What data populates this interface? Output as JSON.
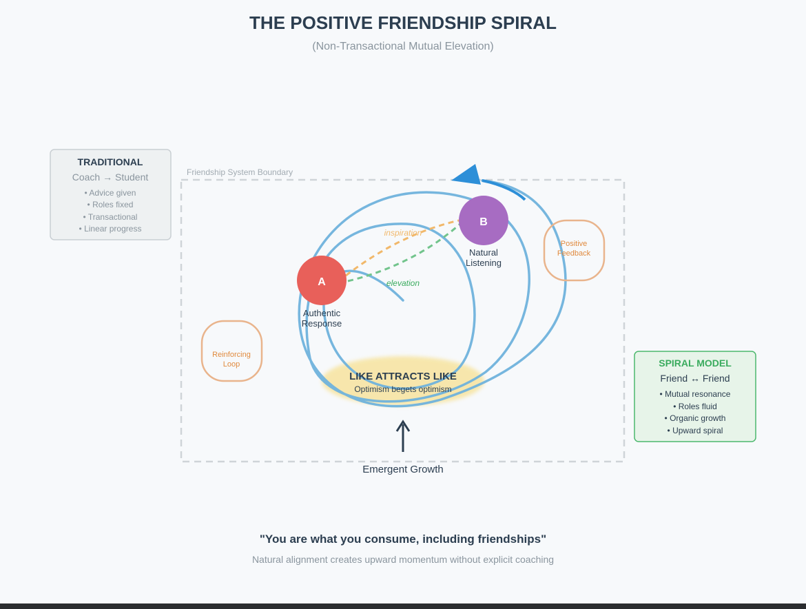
{
  "title": "THE POSITIVE FRIENDSHIP SPIRAL",
  "subtitle": "(Non-Transactional Mutual Elevation)",
  "boundary_label": "Friendship System Boundary",
  "traditional": {
    "heading": "TRADITIONAL",
    "relation": "Coach → Student",
    "items": [
      "• Advice given",
      "• Roles fixed",
      "• Transactional",
      "• Linear progress"
    ]
  },
  "spiral_model": {
    "heading": "SPIRAL MODEL",
    "relation": "Friend ↔ Friend",
    "items": [
      "• Mutual resonance",
      "• Roles fluid",
      "• Organic growth",
      "• Upward spiral"
    ]
  },
  "node_a": {
    "letter": "A",
    "label_line1": "Authentic",
    "label_line2": "Response"
  },
  "node_b": {
    "letter": "B",
    "label_line1": "Natural",
    "label_line2": "Listening"
  },
  "link_inspiration": "inspiration",
  "link_elevation": "elevation",
  "positive_feedback": {
    "line1": "Positive",
    "line2": "Feedback"
  },
  "reinforcing_loop": {
    "line1": "Reinforcing",
    "line2": "Loop"
  },
  "center": {
    "title": "LIKE ATTRACTS LIKE",
    "subtitle": "Optimism begets optimism"
  },
  "emergent_growth": "Emergent Growth",
  "quote": "\"You are what you consume, including friendships\"",
  "footnote": "Natural alignment creates upward momentum without explicit coaching",
  "colors": {
    "spiral": "#6fb2dc",
    "arrow": "#2d8fd8",
    "node_a": "#e8605a",
    "node_b": "#a76cc2",
    "inspiration": "#f1b86a",
    "elevation": "#72c48c",
    "feedback": "#e9b48c",
    "feedback_text": "#e08a3e",
    "center_fill": "#f7e5a4",
    "spiral_model": "#3aab5e",
    "title": "#2c3e50"
  }
}
